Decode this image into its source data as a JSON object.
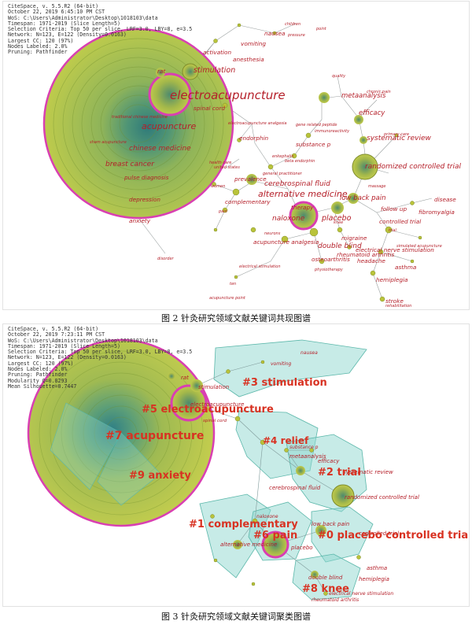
{
  "figure1": {
    "header_lines": [
      "CiteSpace, v. 5.5.R2 (64-bit)",
      "October 22, 2019 6:45:10 PM CST",
      "WoS: C:\\Users\\Administrator\\Desktop\\1018103\\data",
      "Timespan: 1971-2019 (Slice Length=5)",
      "Selection Criteria: Top 50 per slice, LRF=3.0, LBY=8, e=3.5",
      "Network: N=123, E=122 (Density=0.0163)",
      "Largest CC: 120 (97%)",
      "Nodes Labeled: 2.0%",
      "Pruning: Pathfinder"
    ],
    "caption": "图 2    针灸研究领域文献关键词共现图谱",
    "labels_large": [
      "electroacupuncture",
      "acupuncture",
      "alternative medicine",
      "randomized controlled trial",
      "systematic review",
      "stimulation",
      "breast cancer",
      "chinese medicine",
      "cerebrospinal fluid",
      "placebo",
      "low back pain",
      "naloxone",
      "double blind",
      "metaanalysis",
      "efficacy"
    ],
    "labels_medium": [
      "rat",
      "spinal cord",
      "prevalence",
      "therapy",
      "substance p",
      "acupuncture analgesia",
      "follow up",
      "controlled trial",
      "hemiplegia",
      "asthma",
      "vomiting",
      "nausea",
      "depression",
      "rheumatoid arthritis",
      "electrical nerve stimulation",
      "fibromyalgia",
      "disease",
      "pulse diagnosis",
      "complementary",
      "endorphin",
      "migraine",
      "headache",
      "osteoarthritis",
      "stroke",
      "anesthesia",
      "activation",
      "anxiety"
    ],
    "labels_small": [
      "children",
      "pressure",
      "electroacupuncture analgesia",
      "beta endorphin",
      "united states",
      "general practitioner",
      "electrical stimulation",
      "ten",
      "simulated acupuncture",
      "traditional chinese medicine",
      "sham acupuncture",
      "enkephalin",
      "point",
      "quality",
      "chronic pain",
      "immunoreactivity",
      "primary care",
      "massage",
      "disorder",
      "health care",
      "pain",
      "acupuncture point",
      "rehabilitation",
      "gene related peptide",
      "neurons",
      "physiotherapy",
      "knee",
      "trial",
      "women"
    ]
  },
  "figure2": {
    "header_lines": [
      "CiteSpace, v. 5.5.R2 (64-bit)",
      "October 22, 2019 7:23:11 PM CST",
      "WoS: C:\\Users\\Administrator\\Desktop\\1018103\\data",
      "Timespan: 1971-2019 (Slice Length=5)",
      "Selection Criteria: Top 50 per slice, LRF=3.0, LBY=8, e=3.5",
      "Network: N=123, E=122 (Density=0.0163)",
      "Largest CC: 120 (97%)",
      "Nodes Labeled: 2.0%",
      "Pruning: Pathfinder",
      "Modularity Q=0.8293",
      "Mean Silhouette=0.7447"
    ],
    "caption": "图 3    针灸研究领域文献关键词聚类图谱",
    "clusters": [
      "#3 stimulation",
      "#5 electroacupuncture",
      "#7 acupuncture",
      "#9 anxiety",
      "#4 relief",
      "#2 trial",
      "#1 complementary",
      "#6 pain",
      "#0 placebo controlled trial",
      "#8 knee"
    ],
    "keywords": [
      "rat",
      "stimulation",
      "electroacupuncture",
      "spinal cord",
      "nausea",
      "vomiting",
      "substance p",
      "metaanalysis",
      "efficacy",
      "systematic review",
      "cerebrospinal fluid",
      "randomized controlled trial",
      "naloxone",
      "alternative medicine",
      "placebo",
      "low back pain",
      "controlled trial",
      "asthma",
      "hemiplegia",
      "double blind",
      "electrical nerve stimulation",
      "rheumatoid arthritis"
    ]
  },
  "colors": {
    "node_olive": "#b9c33a",
    "node_ring": "#d948b8",
    "label_red": "#b5202a",
    "cluster_label": "#d83222",
    "hull_teal": "#8fd8cf"
  }
}
